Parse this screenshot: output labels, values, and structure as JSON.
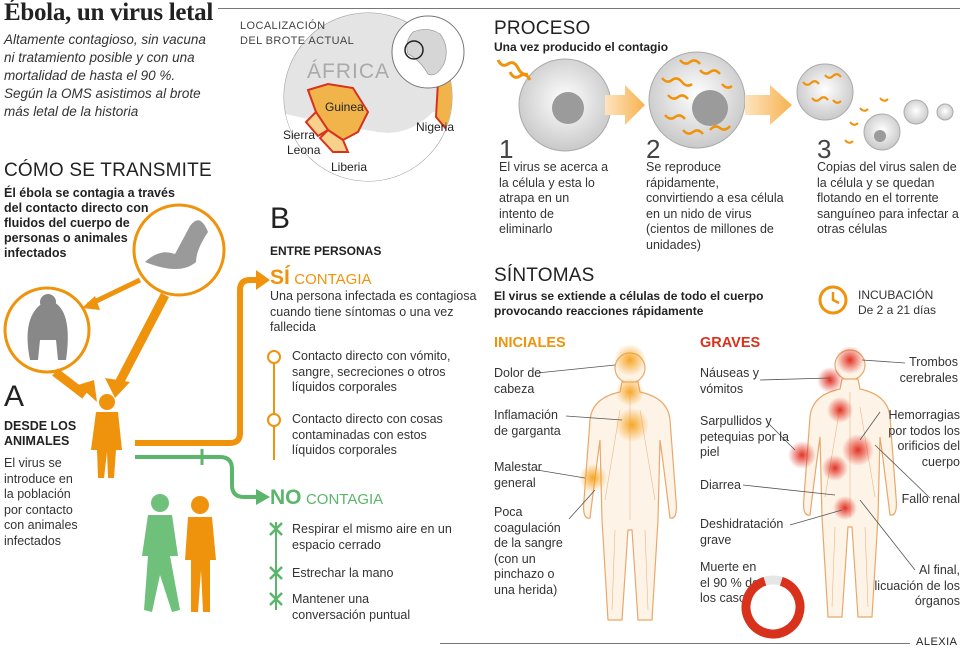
{
  "header": {
    "title": "Ébola, un virus letal",
    "subtitle": "Altamente contagioso, sin vacuna ni tratamiento posible y con una mortalidad de hasta el 90 %. Según la OMS asistimos al brote más letal de la historia"
  },
  "map": {
    "label_line1": "LOCALIZACIÓN",
    "label_line2": "DEL BROTE ACTUAL",
    "continent": "ÁFRICA",
    "countries": [
      "Guinea",
      "Sierra",
      "Leona",
      "Liberia",
      "Nigeria"
    ]
  },
  "transmission": {
    "heading": "CÓMO SE TRANSMITE",
    "lede": "Él ébola se contagia a través del contacto directo con fluidos del cuerpo de personas o animales infectados",
    "a_letter": "A",
    "a_title_line1": "DESDE LOS",
    "a_title_line2": "ANIMALES",
    "a_text": "El virus se introduce en la población por contacto con animales infectados",
    "b_letter": "B",
    "b_title": "ENTRE PERSONAS",
    "yes_label": "SÍ",
    "yes_word": "CONTAGIA",
    "yes_intro": "Una persona infectada es contagiosa cuando tiene síntomas o una vez fallecida",
    "yes_items": [
      "Contacto directo con vómito, sangre, secreciones o otros líquidos corporales",
      "Contacto directo con cosas contaminadas con estos líquidos corporales"
    ],
    "no_label": "NO",
    "no_word": "CONTAGIA",
    "no_items": [
      "Respirar el mismo aire en un espacio cerrado",
      "Estrechar la mano",
      "Mantener una conversación puntual"
    ]
  },
  "process": {
    "heading": "PROCESO",
    "lede": "Una vez producido el contagio",
    "steps": [
      {
        "num": "1",
        "text": "El virus se acerca a la célula y esta lo atrapa en un intento de eliminarlo"
      },
      {
        "num": "2",
        "text": "Se reproduce rápidamente, convirtiendo a esa célula en un nido de virus (cientos de millones de unidades)"
      },
      {
        "num": "3",
        "text": "Copias del virus salen de la célula y se quedan flotando en el torrente sanguíneo para infectar a otras células"
      }
    ]
  },
  "symptoms": {
    "heading": "SÍNTOMAS",
    "lede": "El virus se extiende a células de todo el cuerpo provocando reacciones rápidamente",
    "incubation_title": "INCUBACIÓN",
    "incubation_value": "De 2 a 21 días",
    "initial_title": "INICIALES",
    "initial": [
      "Dolor de cabeza",
      "Inflamación de garganta",
      "Malestar general",
      "Poca coagulación de la sangre (con un pinchazo o una herida)"
    ],
    "severe_title": "GRAVES",
    "severe_left": [
      "Náuseas y vómitos",
      "Sarpullidos y petequias por la piel",
      "Diarrea",
      "Deshidratación grave"
    ],
    "severe_right": [
      "Trombos cerebrales",
      "Hemorragias por todos los orificios del cuerpo",
      "Fallo renal",
      "Al final, licuación de los órganos"
    ],
    "death_text": "Muerte en el 90 % de los casos",
    "death_rate": 0.9
  },
  "credit": "ALEXIA",
  "colors": {
    "orange": "#f0930c",
    "green": "#5bb56a",
    "red": "#d8321c"
  }
}
